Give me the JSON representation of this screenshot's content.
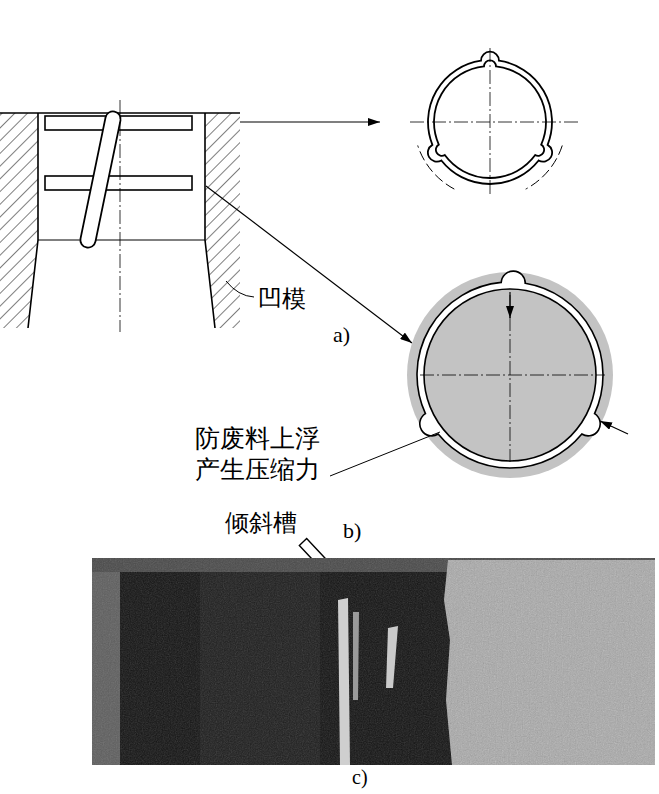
{
  "diagram": {
    "labels": [
      "凹模",
      "a)",
      "防废料上浮 产生压缩力",
      "b)",
      "倾斜槽",
      "c)"
    ]
  }
}
